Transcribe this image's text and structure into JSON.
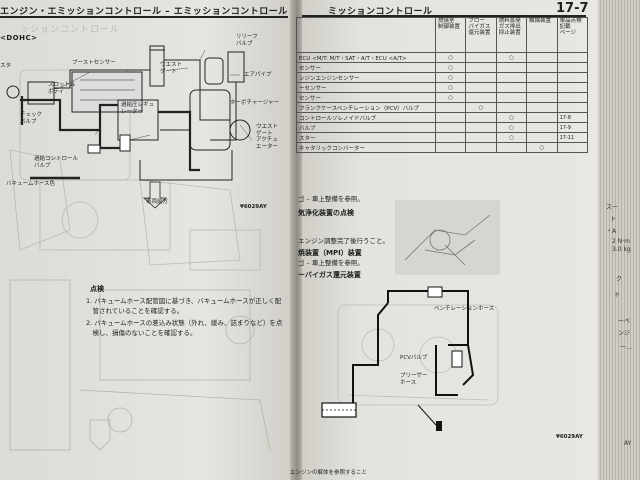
{
  "left": {
    "header": "エンジン・エミッションコントロール – エミッションコントロール",
    "ghost_title": "ッションコントロール",
    "engine_tag": "<DOHC>",
    "labels": {
      "boost_sensor": "ブーストセンサー",
      "relief_valve": "リリーフ\nバルブ",
      "throttle_body": "スロットル\nボディ",
      "air_pipe": "エアパイプ",
      "boost_pressure_regulator": "過給圧レギュ\nレーター",
      "turbocharger": "ターボチャージャー",
      "check_valve": "チェック\nバルブ",
      "wastegate_actuator": "ウエスト\nゲート\nアクチュ\nエーター",
      "boost_control_valve": "過給コントロール\nバルブ",
      "vacuum_hose_color": "バキュームホース色",
      "front_arrow": "車両前方",
      "stub_left": "スタ",
      "stub_waste": "ウエスト\nゲート"
    },
    "figure_code": "¥6029AY",
    "inspection_title": "点検",
    "inspection_items": [
      "1. バキュームホース配管図に基づき、バキュームホースが正しく配",
      "　管されていることを確認する。",
      "2. バキュームホースの差込み状態（外れ、緩み、詰まりなど）を点",
      "　検し、損傷のないことを確認する。"
    ]
  },
  "right": {
    "header": "ミッションコントロール",
    "page_number": "17-7",
    "table": {
      "headers": [
        "",
        "燃焼室\n制御装置",
        "ブロー\nバイガス\n還元装置",
        "燃料蒸発\nガス排出\n抑止装置",
        "触媒装置",
        "単品点検\n記載\nページ"
      ],
      "rows": [
        {
          "item": "ECU <M/T: M/T・SAT・A/T・ECU <A/T>",
          "m": [
            "○",
            "",
            "○",
            "",
            ""
          ]
        },
        {
          "item": "センサー",
          "m": [
            "○",
            "",
            "",
            "",
            ""
          ]
        },
        {
          "item": "シジンエンジンセンサー",
          "m": [
            "○",
            "",
            "",
            "",
            ""
          ]
        },
        {
          "item": "ーセンサー",
          "m": [
            "○",
            "",
            "",
            "",
            ""
          ]
        },
        {
          "item": "センサー",
          "m": [
            "○",
            "",
            "",
            "",
            ""
          ]
        },
        {
          "item": "フランクケースベンチレーション（PCV）バルブ",
          "m": [
            "",
            "○",
            "",
            "",
            ""
          ]
        },
        {
          "item": "コントロールソレノイドバルブ",
          "m": [
            "",
            "",
            "○",
            "",
            "17-8"
          ]
        },
        {
          "item": "バルブ",
          "m": [
            "",
            "",
            "○",
            "",
            "17-9"
          ]
        },
        {
          "item": "スター",
          "m": [
            "",
            "",
            "○",
            "",
            "17-11"
          ]
        },
        {
          "item": "キャタリックコンバーター",
          "m": [
            "",
            "",
            "",
            "○",
            ""
          ]
        }
      ]
    },
    "text_lines": [
      "ゴ – 車上整備を参照。",
      "気浄化装置の点検",
      "エンジン調整完了後行うこと。",
      "焼装置（MPI）装置",
      "ゴ – 車上整備を参照。",
      "ーバイガス還元装置"
    ],
    "diagram_labels": {
      "ventilation_hose": "ベンチレーションホース",
      "pcv_valve": "PCVバルブ",
      "breather_hose": "ブリーザー\nホース"
    },
    "figure_code": "¥6029AY",
    "footer": "エンジンの解体を参照すること"
  },
  "edge": {
    "items": [
      "スー",
      "ト",
      "・A",
      "2 N·m",
      "3.0 kg",
      "ク",
      "ド",
      "ーベ",
      "ンジ",
      "ー…",
      "AY"
    ]
  }
}
